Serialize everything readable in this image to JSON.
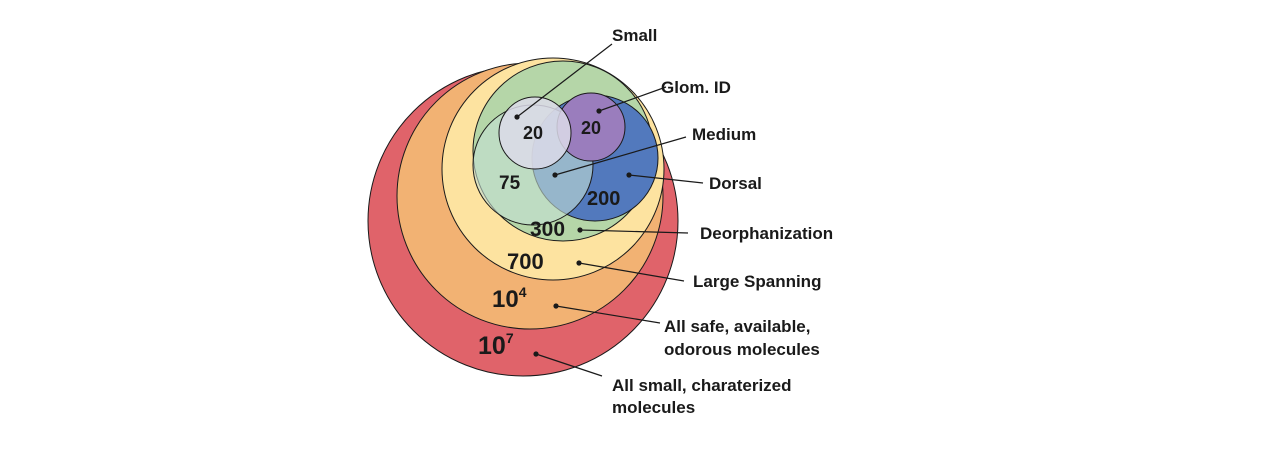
{
  "diagram": {
    "sets": [
      {
        "key": "all_small",
        "value": "10",
        "exponent": "7",
        "label_lines": [
          "All small, charaterized",
          "molecules"
        ],
        "color": "#e0636a"
      },
      {
        "key": "safe",
        "value": "10",
        "exponent": "4",
        "label_lines": [
          "All safe, available,",
          "odorous molecules"
        ],
        "color": "#f2b273"
      },
      {
        "key": "large_spanning",
        "value": "700",
        "exponent": "",
        "label_lines": [
          "Large Spanning"
        ],
        "color": "#fde3a0"
      },
      {
        "key": "deorphanization",
        "value": "300",
        "exponent": "",
        "label_lines": [
          "Deorphanization"
        ],
        "color": "#b5d6a8"
      },
      {
        "key": "dorsal",
        "value": "200",
        "exponent": "",
        "label_lines": [
          "Dorsal"
        ],
        "color": "#5279bd"
      },
      {
        "key": "medium",
        "value": "75",
        "exponent": "",
        "label_lines": [
          "Medium"
        ],
        "color": "#c5e0d3"
      },
      {
        "key": "glom_id",
        "value": "20",
        "exponent": "",
        "label_lines": [
          "Glom. ID"
        ],
        "color": "#9a7dbd"
      },
      {
        "key": "small",
        "value": "20",
        "exponent": "",
        "label_lines": [
          "Small"
        ],
        "color": "#dcdae9"
      }
    ]
  }
}
